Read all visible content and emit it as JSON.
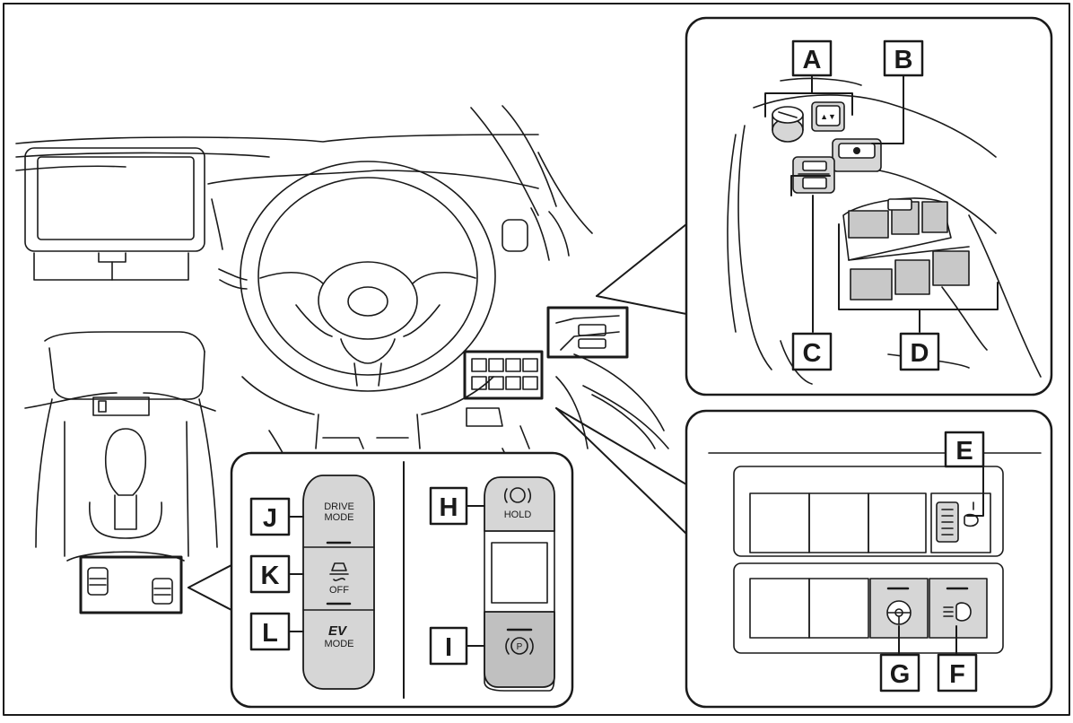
{
  "callouts": {
    "A": "A",
    "B": "B",
    "C": "C",
    "D": "D",
    "E": "E",
    "F": "F",
    "G": "G",
    "H": "H",
    "I": "I",
    "J": "J",
    "K": "K",
    "L": "L"
  },
  "buttons": {
    "drive_mode_line1": "DRIVE",
    "drive_mode_line2": "MODE",
    "vsc_off": "OFF",
    "ev": "EV",
    "ev_mode": "MODE",
    "hold": "HOLD"
  },
  "icons": [
    "mirror-adjust-knob-icon",
    "mirror-select-switch-icon",
    "window-lock-icon",
    "auto-lock-switch-icon",
    "power-window-switch-icon",
    "headlight-leveling-dial-icon",
    "steering-heater-icon",
    "auto-high-beam-icon",
    "brake-hold-icon",
    "parking-brake-icon",
    "vsc-off-icon"
  ],
  "colors": {
    "line": "#1a1a1a",
    "button_fill": "#d6d6d6",
    "switch_fill": "#cfcfcf",
    "background": "#ffffff"
  }
}
